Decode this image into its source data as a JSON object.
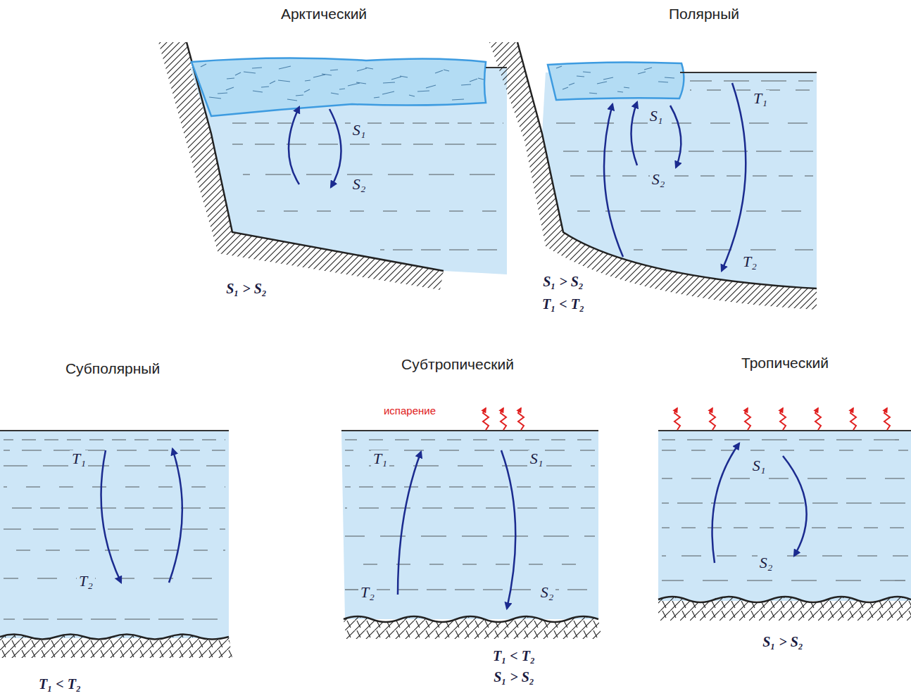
{
  "diagram": {
    "nodes": [
      {
        "text": [
          "Арктический"
        ]
      },
      {
        "text": [
          "Полярный"
        ]
      },
      {
        "text": [
          "Субполярный"
        ]
      },
      {
        "text": [
          "Субтропический"
        ]
      },
      {
        "text": [
          "Тропический"
        ]
      }
    ],
    "labels": [
      "S₁",
      "S₂",
      "S₁ > S₂",
      "T₁",
      "S₁",
      "S₂",
      "T₂",
      "S₁ > S₂",
      "T₁ < T₂",
      "T₁",
      "T₂",
      "T₁ < T₂",
      "испарение",
      "T₁",
      "S₁",
      "T₂",
      "S₂",
      "T₁ < T₂",
      "S₁ > S₂",
      "S₁",
      "S₂",
      "S₁ > S₂"
    ]
  }
}
